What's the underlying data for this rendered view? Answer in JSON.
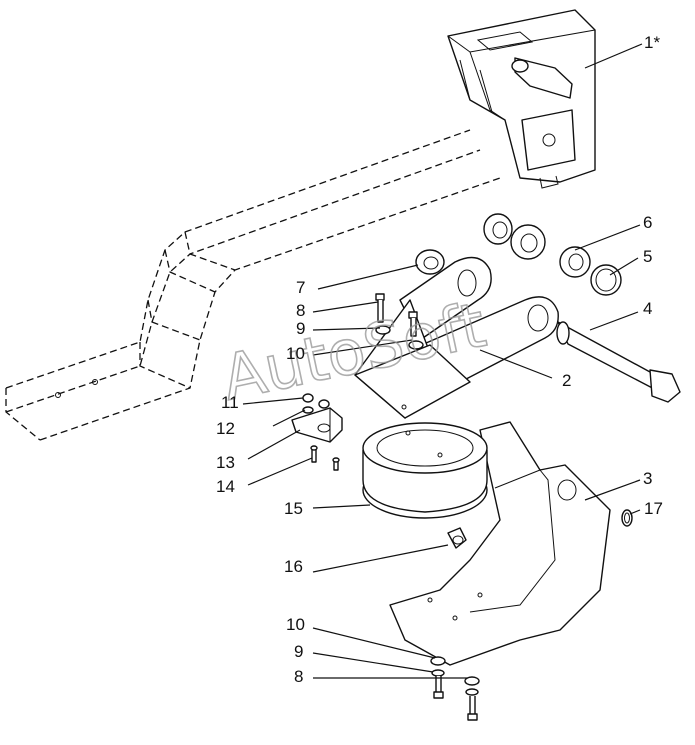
{
  "watermark": "AutoSoft",
  "callouts": [
    {
      "id": "1",
      "text": "1*"
    },
    {
      "id": "2",
      "text": "2"
    },
    {
      "id": "3",
      "text": "3"
    },
    {
      "id": "4",
      "text": "4"
    },
    {
      "id": "5",
      "text": "5"
    },
    {
      "id": "6",
      "text": "6"
    },
    {
      "id": "7",
      "text": "7"
    },
    {
      "id": "8a",
      "text": "8"
    },
    {
      "id": "9a",
      "text": "9"
    },
    {
      "id": "10a",
      "text": "10"
    },
    {
      "id": "11",
      "text": "11"
    },
    {
      "id": "12",
      "text": "12"
    },
    {
      "id": "13",
      "text": "13"
    },
    {
      "id": "14",
      "text": "14"
    },
    {
      "id": "15",
      "text": "15"
    },
    {
      "id": "16",
      "text": "16"
    },
    {
      "id": "17",
      "text": "17"
    },
    {
      "id": "10b",
      "text": "10"
    },
    {
      "id": "9b",
      "text": "9"
    },
    {
      "id": "8b",
      "text": "8"
    }
  ]
}
